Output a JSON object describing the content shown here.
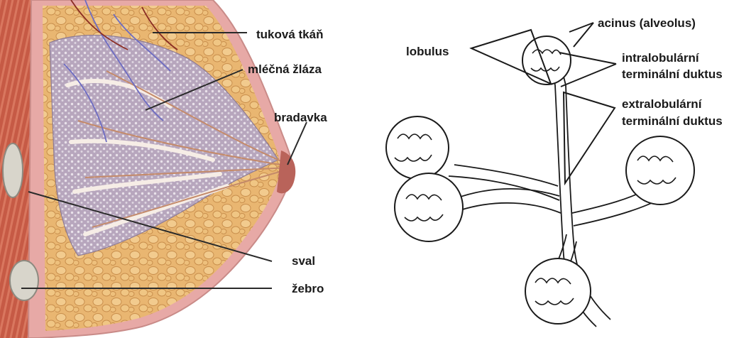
{
  "left_figure": {
    "labels": {
      "fat": "tuková tkáň",
      "gland": "mléčná žláza",
      "nipple": "bradavka",
      "muscle": "sval",
      "rib": "žebro"
    }
  },
  "right_figure": {
    "labels": {
      "acinus": "acinus (alveolus)",
      "lobulus": "lobulus",
      "intra_line1": "intralobulární",
      "intra_line2": "terminální duktus",
      "extra_line1": "extralobulární",
      "extra_line2": "terminální duktus"
    }
  }
}
